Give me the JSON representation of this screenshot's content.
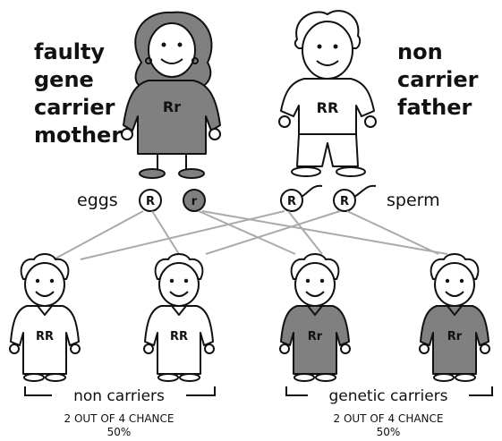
{
  "mother": {
    "label_lines": [
      "faulty",
      "gene",
      "carrier",
      "mother"
    ],
    "genotype": "Rr",
    "fill_color": "#808080"
  },
  "father": {
    "label_lines": [
      "non",
      "carrier",
      "father"
    ],
    "genotype": "RR",
    "fill_color": "#ffffff"
  },
  "gametes": {
    "eggs_label": "eggs",
    "sperm_label": "sperm",
    "eggs": [
      "R",
      "r"
    ],
    "sperm": [
      "R",
      "R"
    ]
  },
  "children": [
    {
      "genotype": "RR",
      "carrier": false
    },
    {
      "genotype": "RR",
      "carrier": false
    },
    {
      "genotype": "Rr",
      "carrier": true
    },
    {
      "genotype": "Rr",
      "carrier": true
    }
  ],
  "groups": [
    {
      "label": "non carriers",
      "chance": "2 OUT OF 4 CHANCE",
      "percent": "50%"
    },
    {
      "label": "genetic carriers",
      "chance": "2 OUT OF 4 CHANCE",
      "percent": "50%"
    }
  ],
  "colors": {
    "carrier_fill": "#808080",
    "non_carrier_fill": "#ffffff",
    "outline": "#111111",
    "cross_lines": "#aaaaaa"
  }
}
